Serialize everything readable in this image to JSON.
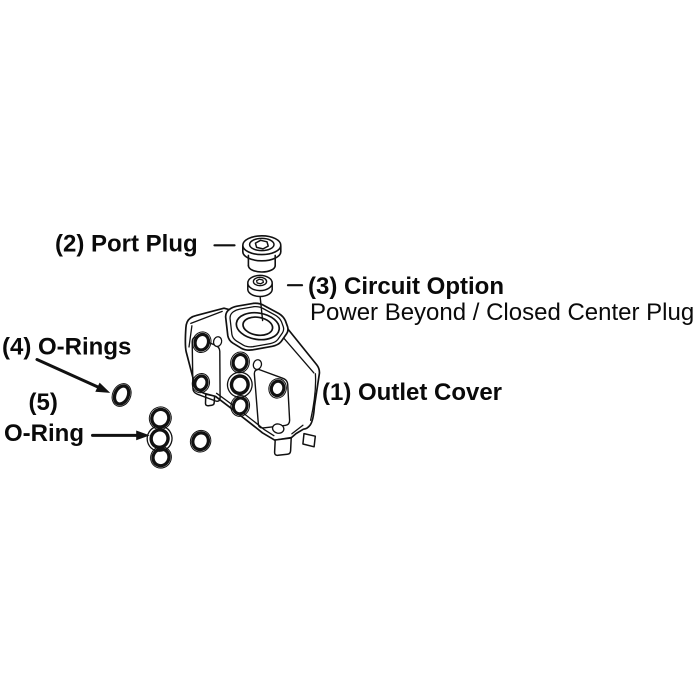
{
  "page": {
    "background": "#ffffff",
    "line_color": "#111111",
    "text_color": "#0a0a0a"
  },
  "diagram": {
    "type": "exploded-parts-diagram",
    "callouts": {
      "outlet_cover": {
        "label": "(1) Outlet Cover"
      },
      "port_plug": {
        "label": "(2) Port Plug"
      },
      "circuit_option": {
        "label": "(3) Circuit Option",
        "sublabel": "Power Beyond / Closed Center Plug"
      },
      "o_rings": {
        "label": "(4) O-Rings"
      },
      "o_ring": {
        "number": "(5)",
        "label": "O-Ring"
      }
    }
  }
}
